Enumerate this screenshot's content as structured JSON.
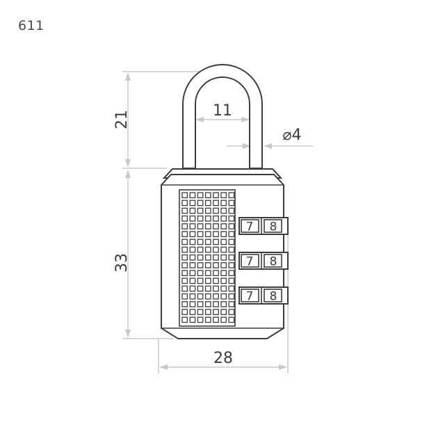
{
  "model_number": "611",
  "dimensions": {
    "shackle_height": "21",
    "shackle_inner_width": "11",
    "shackle_diameter": "⌀4",
    "body_height": "33",
    "body_width": "28"
  },
  "dials": [
    {
      "left_digit": "7",
      "right_digit": "8"
    },
    {
      "left_digit": "7",
      "right_digit": "8"
    },
    {
      "left_digit": "7",
      "right_digit": "8"
    }
  ],
  "colors": {
    "line": "#3c3c3c",
    "dimension_line": "#c8c8c8",
    "background": "#ffffff"
  }
}
